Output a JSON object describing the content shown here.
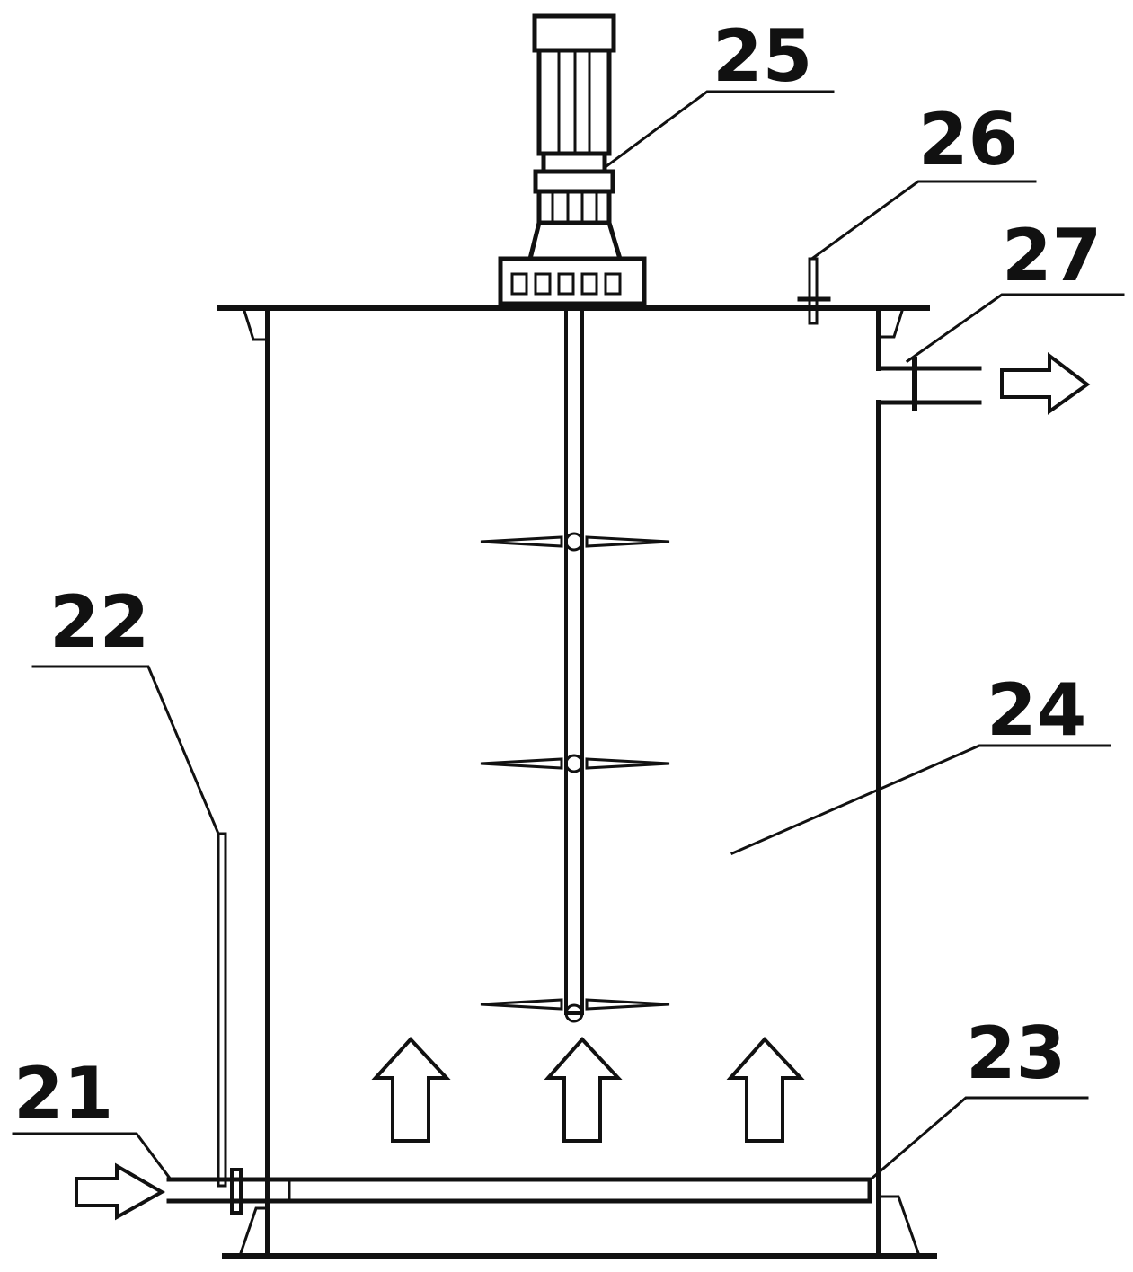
{
  "labels": {
    "motor": "25",
    "vent": "26",
    "outlet": "27",
    "tank_body": "24",
    "inlet_pipe": "21",
    "level_gauge": "22",
    "distributor": "23"
  },
  "colors": {
    "ink": "#111111",
    "background": "#ffffff"
  }
}
